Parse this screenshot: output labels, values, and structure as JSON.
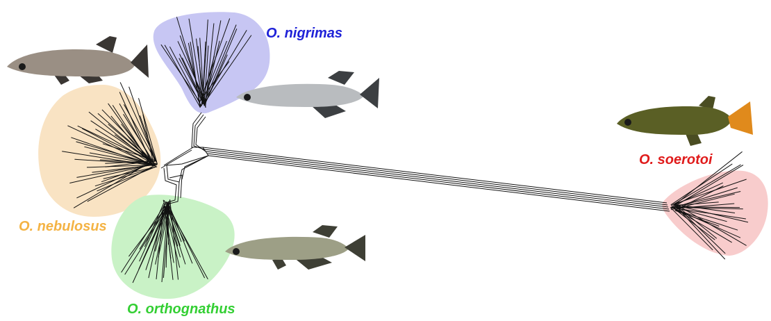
{
  "clades": [
    {
      "id": "nigrimas",
      "label": "O. nigrimas",
      "label_color": "#1f22d8",
      "fill": "#c7c6f3",
      "fish_body": "#b9bcbf",
      "fish_fin": "#3c3f42"
    },
    {
      "id": "nebulosus",
      "label": "O. nebulosus",
      "label_color": "#f4b344",
      "fill": "#f9e3c3",
      "fish_body": "#9a8f84",
      "fish_fin": "#3a3633"
    },
    {
      "id": "orthognathus",
      "label": "O. orthognathus",
      "label_color": "#33cf33",
      "fill": "#c9f2c6",
      "fish_body": "#9d9f86",
      "fish_fin": "#3e3f35"
    },
    {
      "id": "soerotoi",
      "label": "O. soerotoi",
      "label_color": "#e01b1b",
      "fill": "#f8cccc",
      "fish_body": "#5a5f25",
      "fish_fin": "#e08a1c"
    }
  ],
  "colors": {
    "branch": "#111111",
    "fish_eye": "#1a1a1a"
  }
}
